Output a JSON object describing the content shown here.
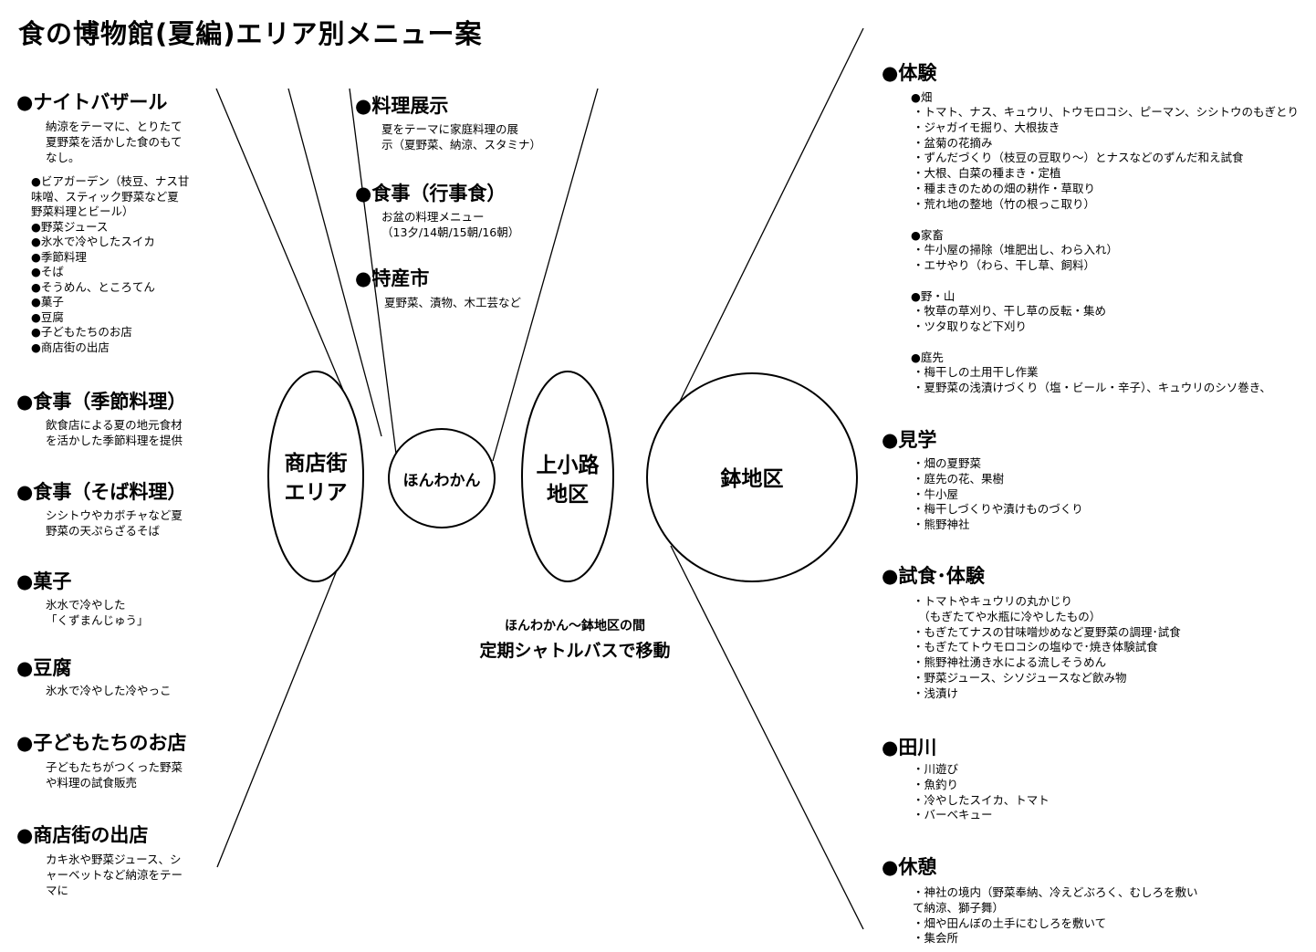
{
  "title": "食の博物館(夏編)エリア別メニュー案",
  "left": {
    "night_bazaar": {
      "heading": "●ナイトバザール",
      "desc": "納涼をテーマに、とりたて\n夏野菜を活かした食のもて\nなし。",
      "items": "●ビアガーデン（枝豆、ナス甘\n味噌、スティック野菜など夏\n野菜料理とビール）\n●野菜ジュース\n●氷水で冷やしたスイカ\n●季節料理\n●そば\n●そうめん、ところてん\n●菓子\n●豆腐\n●子どもたちのお店\n●商店街の出店"
    },
    "seasonal": {
      "heading": "●食事（季節料理）",
      "desc": "飲食店による夏の地元食材\nを活かした季節料理を提供"
    },
    "soba": {
      "heading": "●食事（そば料理）",
      "desc": "シシトウやカボチャなど夏\n野菜の天ぷらざるそば"
    },
    "sweets": {
      "heading": "●菓子",
      "desc": "氷水で冷やした\n「くずまんじゅう」"
    },
    "tofu": {
      "heading": "●豆腐",
      "desc": "氷水で冷やした冷やっこ"
    },
    "kids": {
      "heading": "●子どもたちのお店",
      "desc": "子どもたちがつくった野菜\nや料理の試食販売"
    },
    "stalls": {
      "heading": "●商店街の出店",
      "desc": "カキ氷や野菜ジュース、シ\nャーベットなど納涼をテー\nマに"
    }
  },
  "middle": {
    "cooking": {
      "heading": "●料理展示",
      "desc": "夏をテーマに家庭料理の展\n示（夏野菜、納涼、スタミナ）"
    },
    "event_meal": {
      "heading": "●食事（行事食）",
      "desc": "お盆の料理メニュー\n（13夕/14朝/15朝/16朝）"
    },
    "market": {
      "heading": "●特産市",
      "desc": "夏野菜、漬物、木工芸など"
    }
  },
  "areas": {
    "shopping": "商店街\nエリア",
    "honwakan": "ほんわかん",
    "kamikoji": "上小路\n地区",
    "hachi": "鉢地区"
  },
  "shuttle": {
    "line1": "ほんわかん〜鉢地区の間",
    "line2": "定期シャトルバスで移動"
  },
  "right": {
    "experience": {
      "heading": "●体験",
      "field_head": "●畑",
      "field": "・トマト、ナス、キュウリ、トウモロコシ、ピーマン、シシトウのもぎとり\n・ジャガイモ掘り、大根抜き\n・盆菊の花摘み\n・ずんだづくり（枝豆の豆取り〜）とナスなどのずんだ和え試食\n・大根、白菜の種まき・定植\n・種まきのための畑の耕作・草取り\n・荒れ地の整地（竹の根っこ取り）",
      "livestock_head": "●家畜",
      "livestock": "・牛小屋の掃除（堆肥出し、わら入れ）\n・エサやり（わら、干し草、飼料）",
      "mountain_head": "●野・山",
      "mountain": "・牧草の草刈り、干し草の反転・集め\n・ツタ取りなど下刈り",
      "garden_head": "●庭先",
      "garden": "・梅干しの土用干し作業\n・夏野菜の浅漬けづくり（塩・ビール・辛子）、キュウリのシソ巻き、"
    },
    "tour": {
      "heading": "●見学",
      "items": "・畑の夏野菜\n・庭先の花、果樹\n・牛小屋\n・梅干しづくりや漬けものづくり\n・熊野神社"
    },
    "tasting": {
      "heading": "●試食･体験",
      "items": "・トマトやキュウリの丸かじり\n　（もぎたてや水瓶に冷やしたもの）\n・もぎたてナスの甘味噌炒めなど夏野菜の調理･試食\n・もぎたてトウモロコシの塩ゆで･焼き体験試食\n・熊野神社湧き水による流しそうめん\n・野菜ジュース、シソジュースなど飲み物\n・浅漬け"
    },
    "river": {
      "heading": "●田川",
      "items": "・川遊び\n・魚釣り\n・冷やしたスイカ、トマト\n・バーベキュー"
    },
    "rest": {
      "heading": "●休憩",
      "items": "・神社の境内（野菜奉納、冷えどぶろく、むしろを敷い\nて納涼、獅子舞）\n・畑や田んぼの土手にむしろを敷いて\n・集会所"
    }
  }
}
